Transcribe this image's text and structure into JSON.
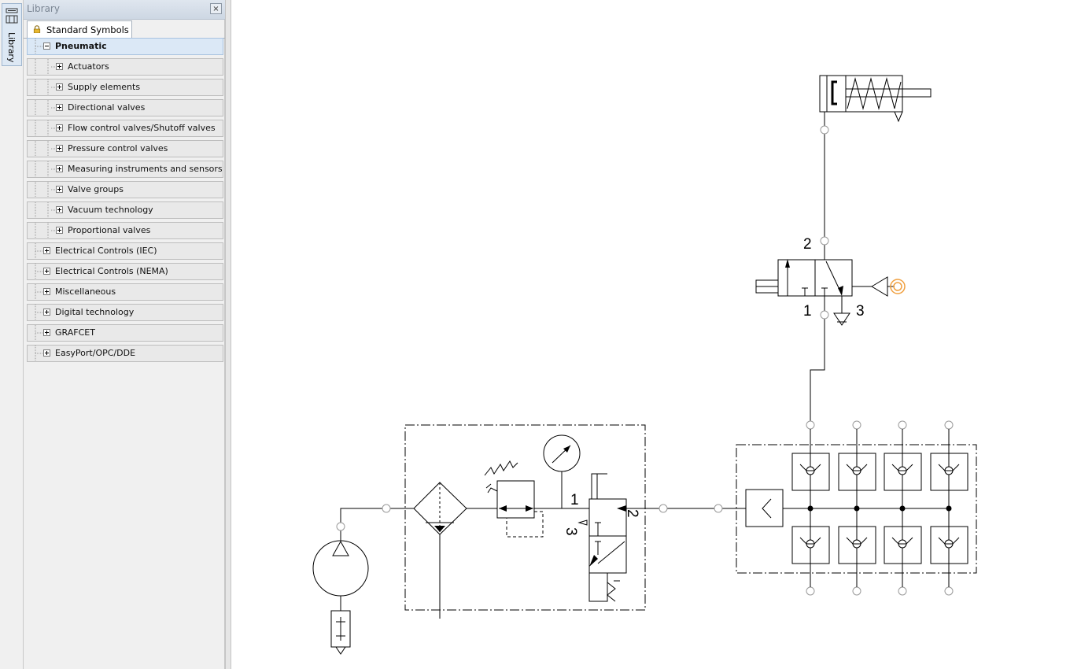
{
  "sidetab": {
    "label": "Library"
  },
  "panel": {
    "title": "Library",
    "close_glyph": "×",
    "tab": {
      "label": "Standard Symbols",
      "icon": "lock-icon"
    }
  },
  "tree": [
    {
      "label": "Pneumatic",
      "level": 0,
      "expanded": true,
      "selected": true,
      "bold": true
    },
    {
      "label": "Actuators",
      "level": 1
    },
    {
      "label": "Supply elements",
      "level": 1
    },
    {
      "label": "Directional valves",
      "level": 1
    },
    {
      "label": "Flow control valves/Shutoff valves",
      "level": 1
    },
    {
      "label": "Pressure control valves",
      "level": 1
    },
    {
      "label": "Measuring instruments and sensors",
      "level": 1
    },
    {
      "label": "Valve groups",
      "level": 1
    },
    {
      "label": "Vacuum technology",
      "level": 1
    },
    {
      "label": "Proportional valves",
      "level": 1
    },
    {
      "label": "Electrical Controls (IEC)",
      "level": 0
    },
    {
      "label": "Electrical Controls (NEMA)",
      "level": 0
    },
    {
      "label": "Miscellaneous",
      "level": 0
    },
    {
      "label": "Digital technology",
      "level": 0
    },
    {
      "label": "GRAFCET",
      "level": 0
    },
    {
      "label": "EasyPort/OPC/DDE",
      "level": 0
    }
  ],
  "diagram": {
    "valve_ports": {
      "p2": "2",
      "p1": "1",
      "p3": "3"
    },
    "service_ports": {
      "p1": "1",
      "p2": "2",
      "p3": "3"
    },
    "colors": {
      "line": "#000000",
      "connector": "#9a9a9a",
      "highlight": "#f0a040"
    }
  }
}
